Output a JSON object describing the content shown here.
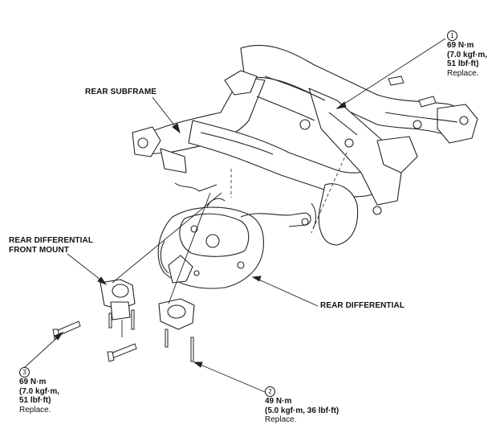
{
  "labels": {
    "rear_subframe": "REAR SUBFRAME",
    "front_mount_line1": "REAR DIFFERENTIAL",
    "front_mount_line2": "FRONT MOUNT",
    "rear_differential": "REAR DIFFERENTIAL"
  },
  "callouts": {
    "c1": {
      "num": "1",
      "torque": "69 N·m",
      "line2": "(7.0 kgf·m,",
      "line3": "51 lbf·ft)",
      "note": "Replace."
    },
    "c2": {
      "num": "2",
      "torque": "49 N·m",
      "line2": "(5.0 kgf·m, 36 lbf·ft)",
      "note": "Replace."
    },
    "c3": {
      "num": "3",
      "torque": "69 N·m",
      "line2": "(7.0 kgf·m,",
      "line3": "51 lbf·ft)",
      "note": "Replace."
    }
  }
}
